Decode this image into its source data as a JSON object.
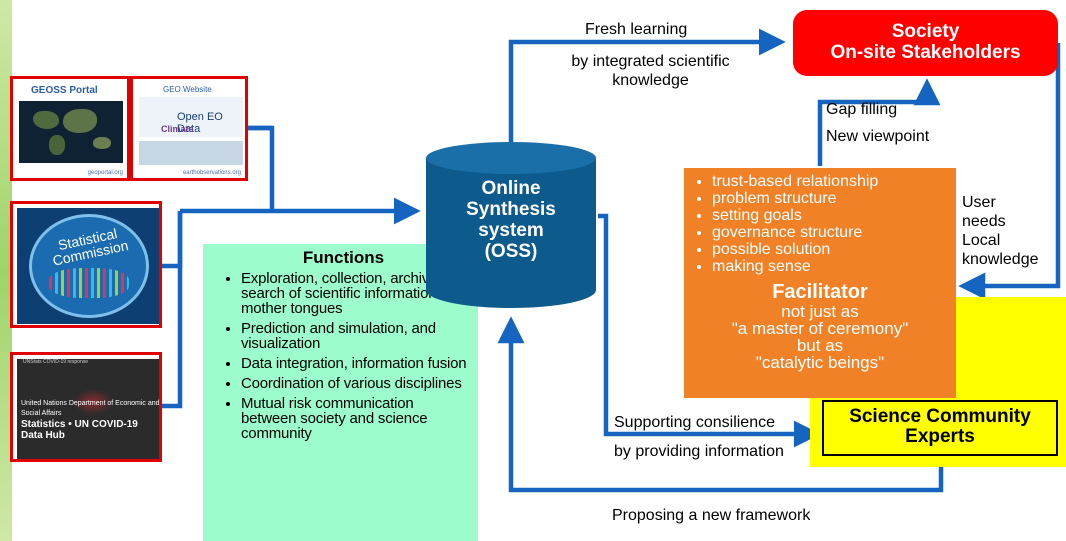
{
  "sources": {
    "geoss": {
      "title": "GEOSS Portal",
      "url": "geoportal.org"
    },
    "geo": {
      "title": "GEO Website",
      "cloud_main": "Open EO Data",
      "cloud_sub": "Climate",
      "url": "earthobservations.org"
    },
    "statistical": {
      "text": "Statistical Commission"
    },
    "un": {
      "header": "UNStats COVID-19 response",
      "org": "United Nations Department of Economic and Social Affairs",
      "hub": "Statistics • UN COVID-19 Data Hub"
    }
  },
  "functions": {
    "title": "Functions",
    "items": [
      "Exploration, collection, archive and search of scientific information in mother tongues",
      "Prediction and simulation, and visualization",
      "Data integration, information fusion",
      "Coordination of various disciplines",
      "Mutual risk communication between society and science community"
    ]
  },
  "oss": {
    "line1": "Online",
    "line2": "Synthesis",
    "line3": "system",
    "line4": "(OSS)"
  },
  "society": {
    "line1": "Society",
    "line2": "On-site Stakeholders"
  },
  "science": {
    "line1": "Science Community",
    "line2": "Experts"
  },
  "facilitator": {
    "items": [
      "trust-based relationship",
      "problem structure",
      "setting goals",
      "governance structure",
      "possible solution",
      "making sense"
    ],
    "title": "Facilitator",
    "body1": "not just as",
    "body2": "\"a master of ceremony\"",
    "body3": "but as",
    "body4": "\"catalytic beings\""
  },
  "labels": {
    "fresh": "Fresh learning",
    "integrated1": "by integrated scientific",
    "integrated2": "knowledge",
    "gap": "Gap filling",
    "viewpoint": "New viewpoint",
    "user1": "User",
    "user2": "needs",
    "user3": "Local",
    "user4": "knowledge",
    "supporting": "Supporting consilience",
    "providing": "by providing information",
    "proposing": "Proposing a new framework"
  },
  "colors": {
    "arrow": "#1565c0",
    "society": "#ff0000",
    "science": "#ffff00",
    "facilitator": "#f08127",
    "functions": "#9cfccc",
    "oss": "#0d5a8c",
    "thumb_border": "#e00000"
  }
}
